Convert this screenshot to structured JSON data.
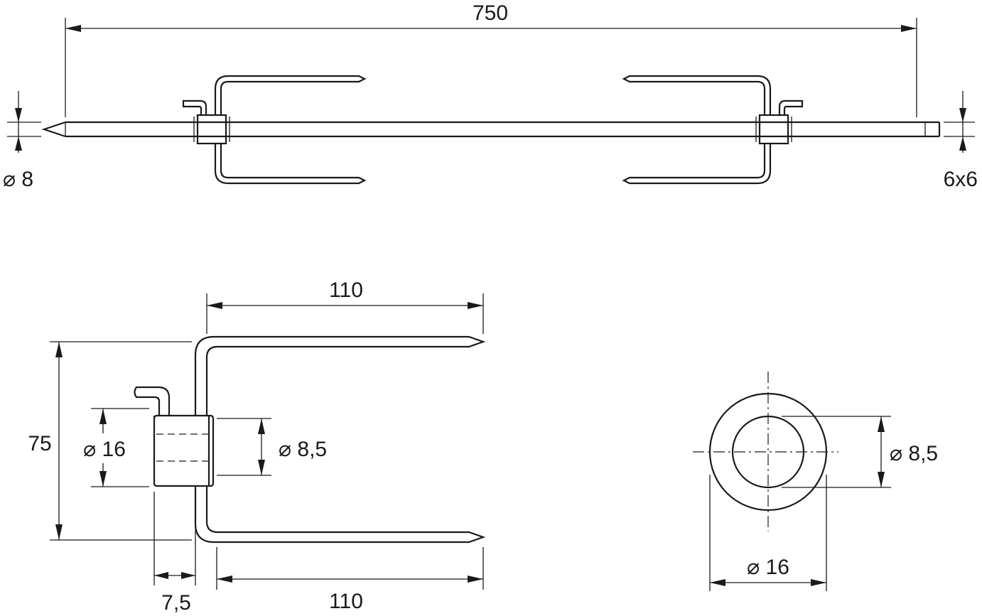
{
  "labels": {
    "total_length": "750",
    "spit_diameter": "⌀ 8",
    "square_end": "6x6",
    "fork_length_top": "110",
    "fork_height": "75",
    "collar_outer": "⌀ 16",
    "collar_bore": "⌀ 8,5",
    "collar_width": "7,5",
    "fork_length_bottom": "110",
    "ring_bore": "⌀ 8,5",
    "ring_outer": "⌀ 16"
  }
}
